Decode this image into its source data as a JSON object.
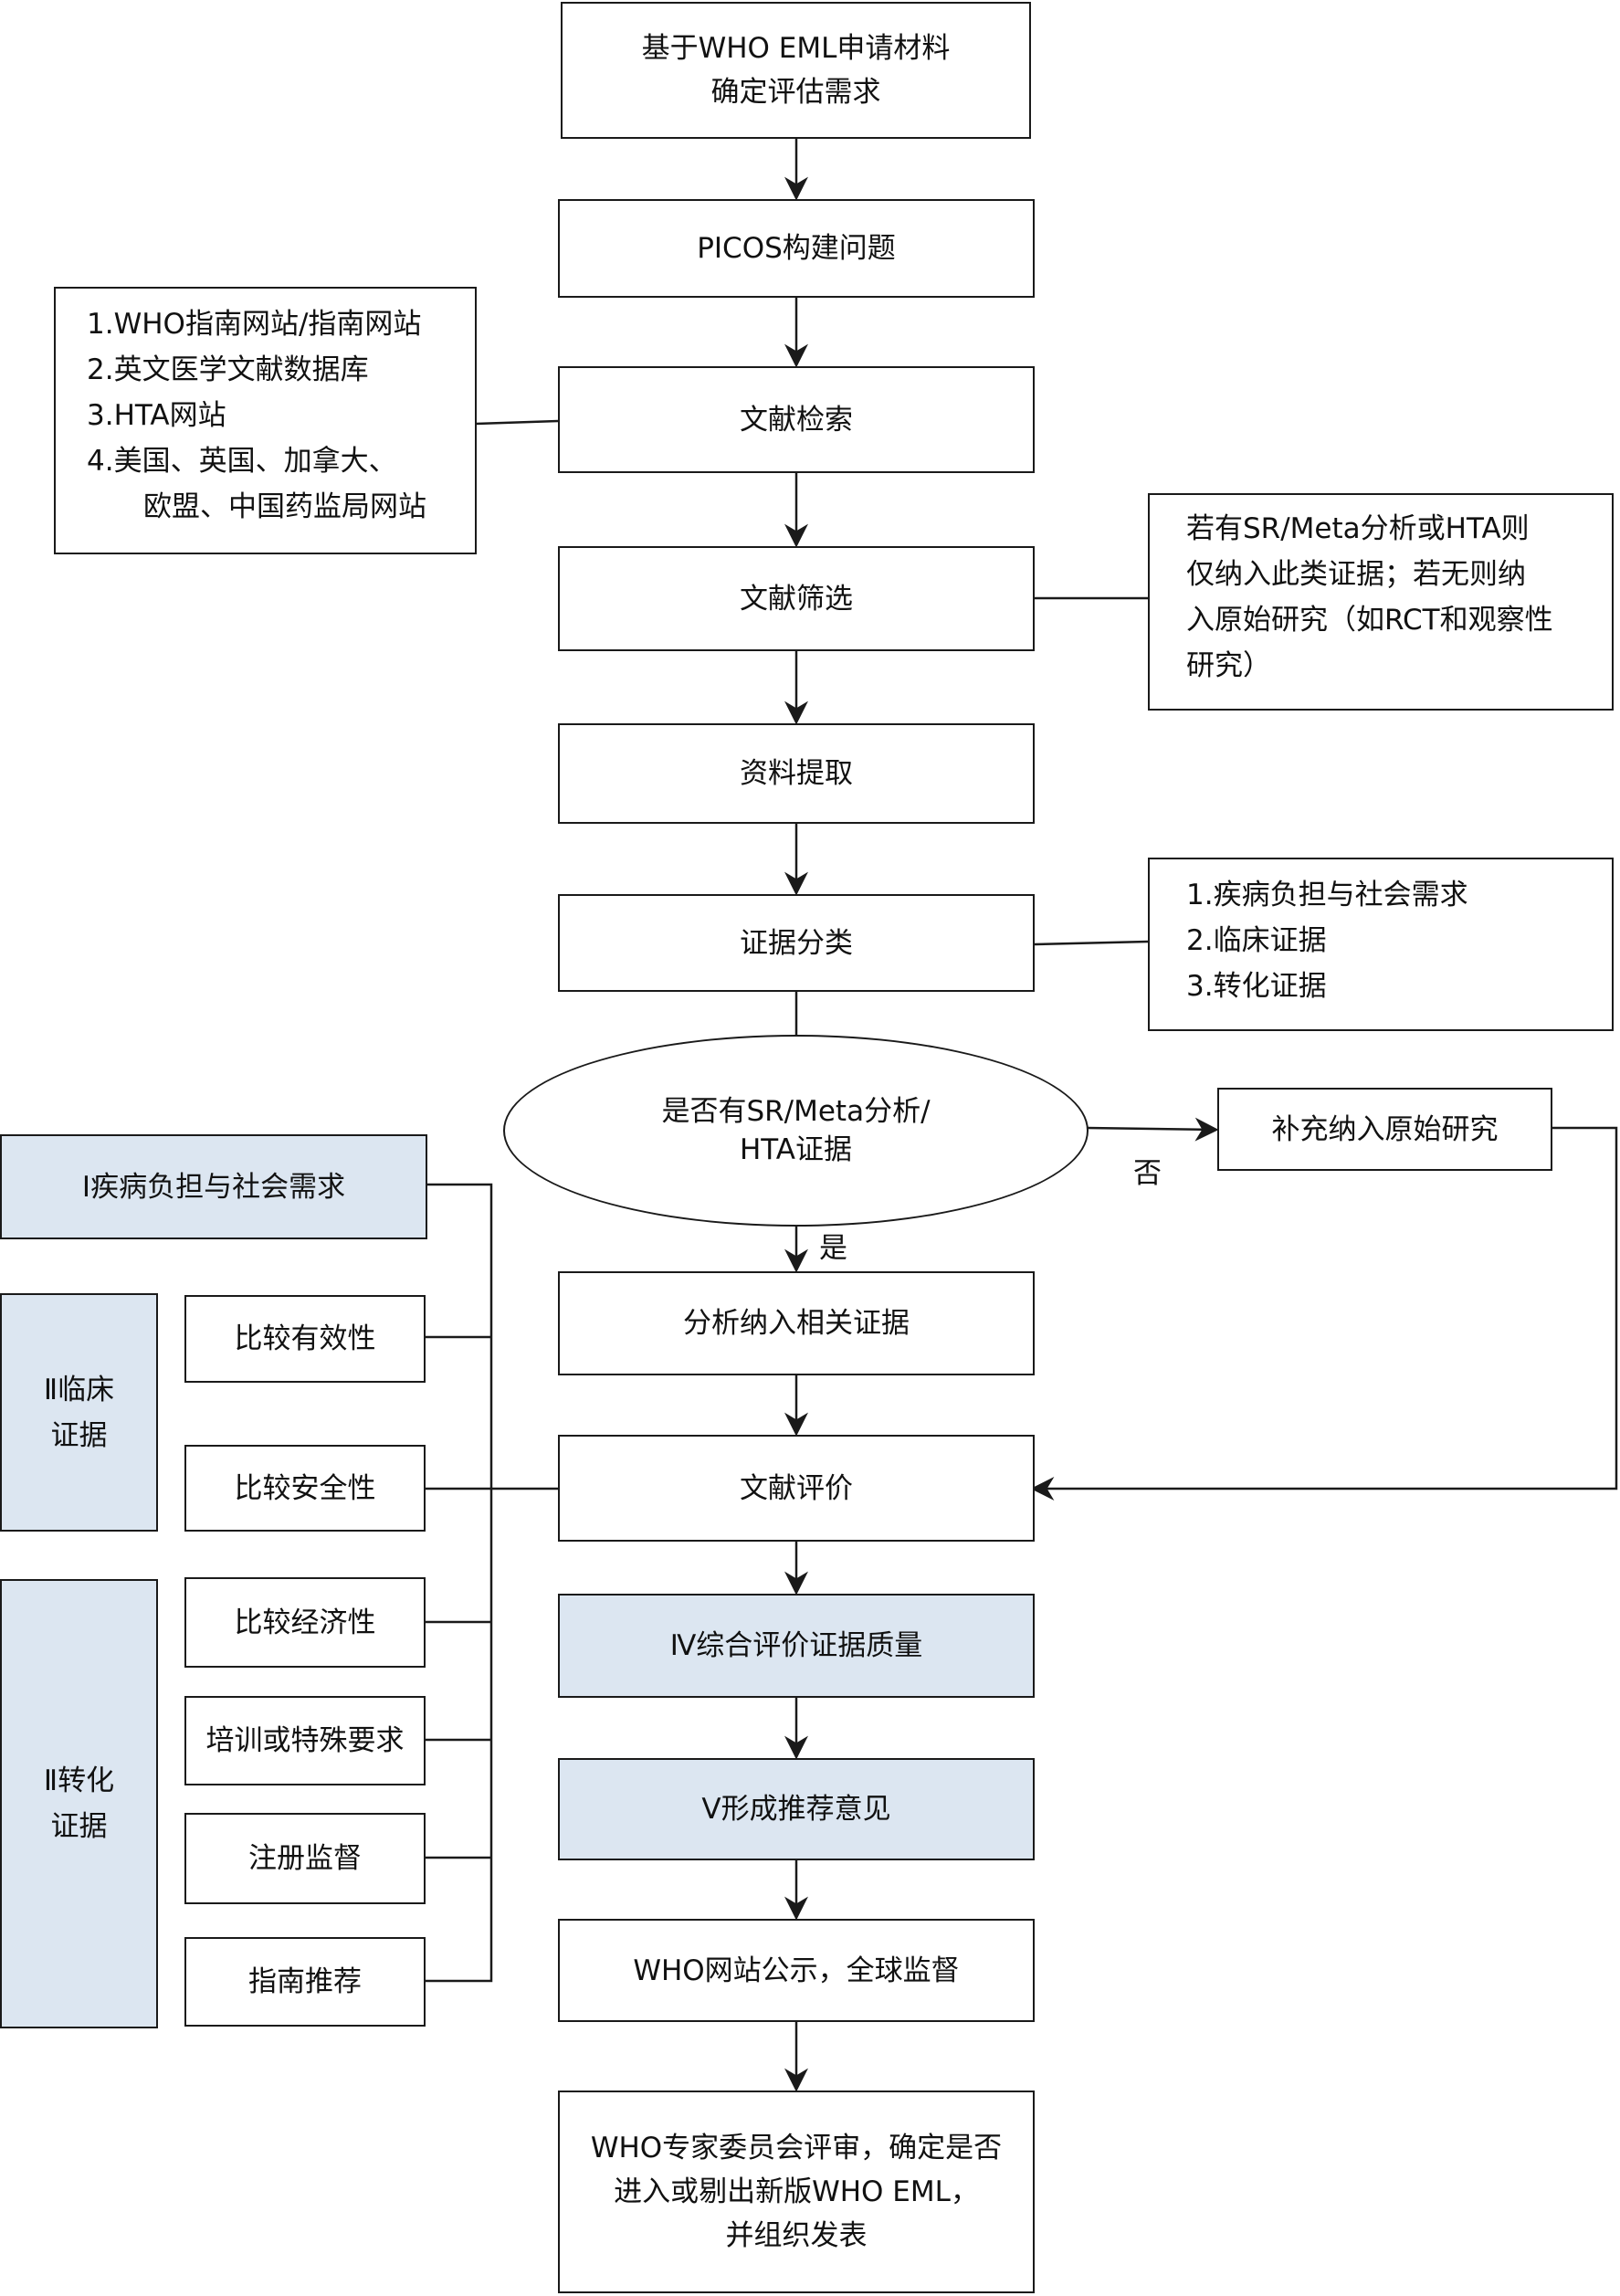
{
  "main_flow": {
    "step1": [
      "基于WHO EML申请材料",
      "确定评估需求"
    ],
    "step2": "PICOS构建问题",
    "step3": "文献检索",
    "step4": "文献筛选",
    "step5": "资料提取",
    "step6": "证据分类",
    "decision": [
      "是否有SR/Meta分析/",
      "HTA证据"
    ],
    "step7": "分析纳入相关证据",
    "step8": "文献评价",
    "step9": "Ⅳ综合评价证据质量",
    "step10": "Ⅴ形成推荐意见",
    "step11": "WHO网站公示，全球监督",
    "step12": [
      "WHO专家委员会评审，确定是否",
      "进入或剔出新版WHO EML，",
      "并组织发表"
    ]
  },
  "search_sources": [
    "1.WHO指南网站/指南网站",
    "2.英文医学文献数据库",
    "3.HTA网站",
    "4.美国、英国、加拿大、",
    "欧盟、中国药监局网站"
  ],
  "screening_note": [
    "若有SR/Meta分析或HTA则",
    "仅纳入此类证据；若无则纳",
    "入原始研究（如RCT和观察性",
    "研究）"
  ],
  "evidence_types": [
    "1.疾病负担与社会需求",
    "2.临床证据",
    "3.转化证据"
  ],
  "supplement": "补充纳入原始研究",
  "labels": {
    "no": "否",
    "yes": "是"
  },
  "categories": {
    "cat1": "Ⅰ疾病负担与社会需求",
    "cat2": [
      "Ⅱ临床",
      "证据"
    ],
    "cat3": [
      "Ⅱ转化",
      "证据"
    ]
  },
  "sub_items": {
    "clinical": [
      "比较有效性",
      "比较安全性"
    ],
    "translational": [
      "比较经济性",
      "培训或特殊要求",
      "注册监督",
      "指南推荐"
    ]
  },
  "colors": {
    "shaded_fill": "#dce6f1",
    "stroke": "#1a1a1a"
  }
}
